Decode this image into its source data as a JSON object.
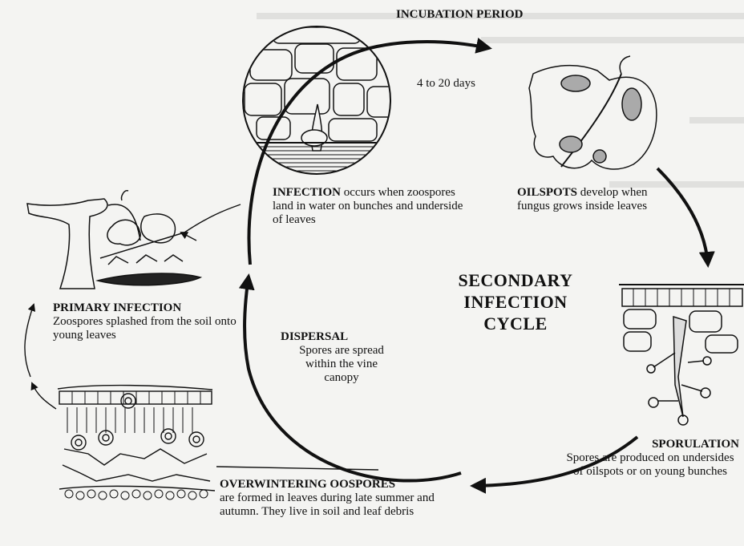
{
  "labels": {
    "incubation": {
      "title": "INCUBATION PERIOD",
      "days": "4 to 20 days"
    },
    "infection": {
      "title": "INFECTION",
      "text": " occurs when zoospores land in water on bunches and underside of leaves"
    },
    "oilspots": {
      "title": "OILSPOTS",
      "text": " develop when fungus grows inside leaves"
    },
    "sporulation": {
      "title": "SPORULATION",
      "text": "Spores are produced on undersides of oilspots or on young bunches"
    },
    "overwintering": {
      "title": "OVERWINTERING OOSPORES",
      "text": "are formed in leaves during late summer and autumn. They live in soil and leaf debris"
    },
    "primary": {
      "title": "PRIMARY INFECTION",
      "text": "Zoospores splashed from the soil onto young leaves"
    },
    "dispersal": {
      "title": "DISPERSAL",
      "text": "Spores are spread within the vine canopy"
    },
    "cycle": {
      "line1": "SECONDARY",
      "line2": "INFECTION",
      "line3": "CYCLE"
    }
  },
  "colors": {
    "ink": "#111111",
    "paper": "#f4f4f2"
  }
}
